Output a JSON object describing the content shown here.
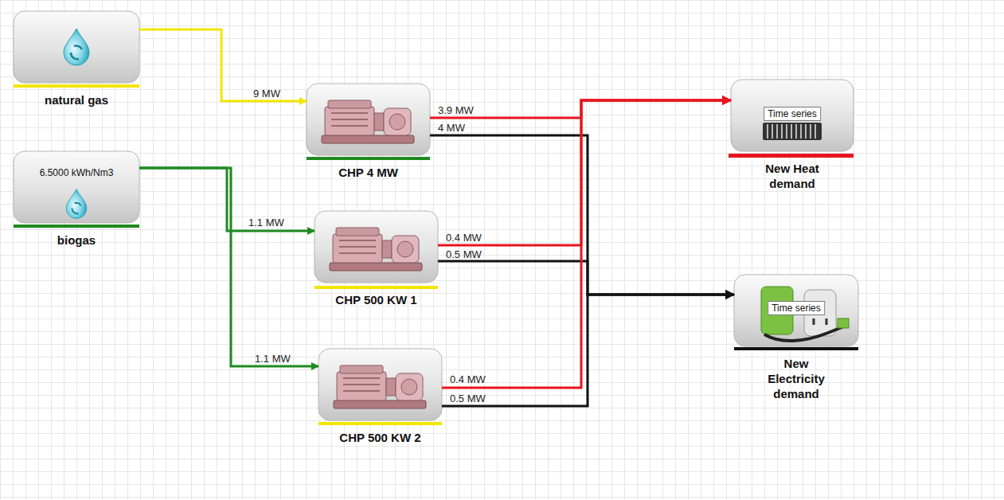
{
  "diagram": {
    "nodes": [
      {
        "text": [
          "natural gas"
        ]
      },
      {
        "text": [
          "6.5000 kWh/Nm3",
          "biogas"
        ]
      },
      {
        "text": [
          "CHP 4 MW"
        ]
      },
      {
        "text": [
          "CHP 500 KW 1"
        ]
      },
      {
        "text": [
          "CHP 500 KW 2"
        ]
      },
      {
        "text": [
          "Time series",
          "New Heat demand"
        ]
      },
      {
        "text": [
          "Time series",
          "New Electricity demand"
        ]
      }
    ],
    "edges": [
      {
        "from": 0,
        "to": 2,
        "label": "9 MW",
        "arrow": "to"
      },
      {
        "from": 1,
        "to": 3,
        "label": "1.1 MW",
        "arrow": "to"
      },
      {
        "from": 1,
        "to": 4,
        "label": "1.1 MW",
        "arrow": "to"
      },
      {
        "from": 2,
        "to": 5,
        "label": "3.9 MW",
        "arrow": "to"
      },
      {
        "from": 2,
        "to": 6,
        "label": "4 MW",
        "arrow": "to"
      },
      {
        "from": 3,
        "to": 5,
        "label": "0.4 MW",
        "arrow": "to"
      },
      {
        "from": 3,
        "to": 6,
        "label": "0.5 MW",
        "arrow": "to"
      },
      {
        "from": 4,
        "to": 5,
        "label": "0.4 MW",
        "arrow": "to"
      },
      {
        "from": 4,
        "to": 6,
        "label": "0.5 MW",
        "arrow": "to"
      }
    ]
  }
}
